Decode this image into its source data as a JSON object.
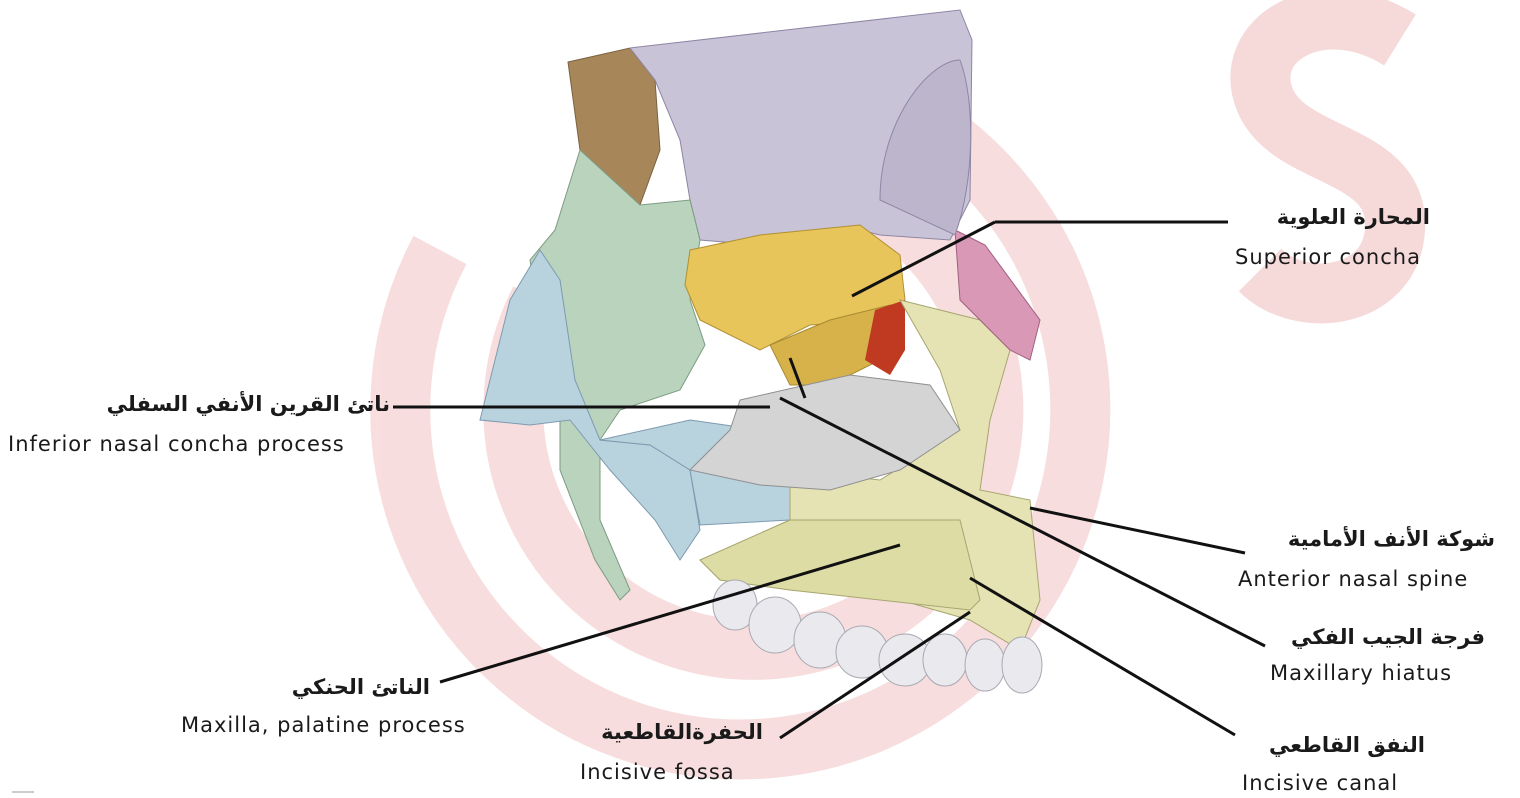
{
  "labels": {
    "superior_concha": {
      "ar": "المحارة العلوية",
      "en": "Superior concha"
    },
    "inferior_nasal_concha_process": {
      "ar": "ناتئ القرين الأنفي السفلي",
      "en": "Inferior nasal concha process"
    },
    "anterior_nasal_spine": {
      "ar": "شوكة الأنف الأمامية",
      "en": "Anterior nasal spine"
    },
    "maxillary_hiatus": {
      "ar": "فرجة الجيب الفكي",
      "en": "Maxillary hiatus"
    },
    "palatine_process": {
      "ar": "الناتئ الحنكي",
      "en": "Maxilla, palatine process"
    },
    "incisive_fossa": {
      "ar": "الحفرةالقاطعية",
      "en": "Incisive fossa"
    },
    "incisive_canal": {
      "ar": "النفق القاطعي",
      "en": "Incisive canal"
    }
  },
  "colors": {
    "watermark": "#f6dada",
    "frontal_bone": "#a7875a",
    "sphenoid": "#c9c3d8",
    "ethmoid_green": "#b9d3bd",
    "superior_concha_yellow": "#e8c55a",
    "maxilla": "#e5e3b4",
    "palatine_blue": "#b8d2de",
    "nasal_bone_pink": "#d998b6",
    "inferior_concha_gray": "#d4d4d4",
    "red_marker": "#c03a22",
    "teeth": "#e9e9ee",
    "leader_line": "#111111"
  }
}
